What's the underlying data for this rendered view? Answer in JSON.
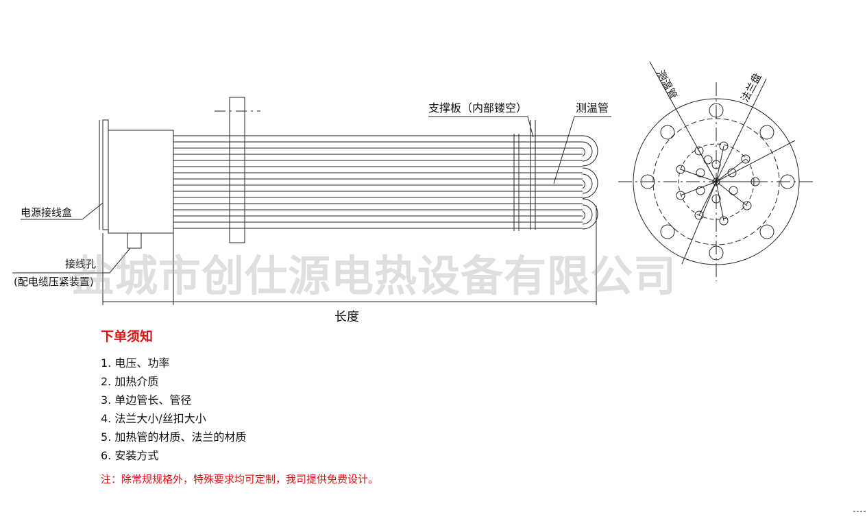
{
  "colors": {
    "line": "#222222",
    "accent": "#d81414",
    "watermark": "#aaaaaa"
  },
  "drawing": {
    "label_junction_box": "电源接线盒",
    "label_wire_hole": "接线孔",
    "label_cable_gland": "(配电缆压紧装置)",
    "label_length": "长度",
    "label_support_plate": "支撑板（内部镂空）",
    "label_temp_tube": "测温管",
    "label_temp_tube_end": "测温管",
    "label_flange_end": "法兰盘"
  },
  "watermark": "盐城市创仕源电热设备有限公司",
  "notes": {
    "title": "下单须知",
    "items": [
      "1. 电压、功率",
      "2. 加热介质",
      "3. 单边管长、管径",
      "4. 法兰大小/丝扣大小",
      "5. 加热管的材质、法兰的材质",
      "6. 安装方式"
    ],
    "footer": "注：除常规规格外，特殊要求均可定制，我司提供免费设计。"
  }
}
